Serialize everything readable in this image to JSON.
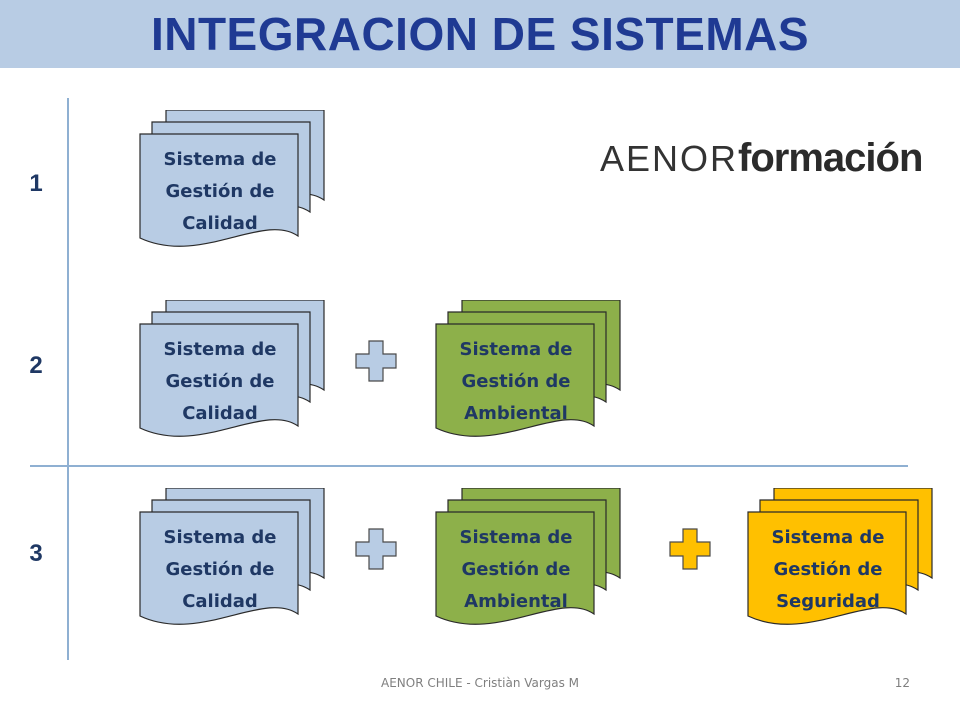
{
  "title": "INTEGRACION DE SISTEMAS",
  "logo": {
    "part1": "AENOR",
    "part2": "formación"
  },
  "rows": [
    "1",
    "2",
    "3"
  ],
  "docs": {
    "calidad": [
      "Sistema de",
      "Gestión de",
      "Calidad"
    ],
    "ambiental": [
      "Sistema de",
      "Gestión de",
      "Ambiental"
    ],
    "seguridad": [
      "Sistema de",
      "Gestión de",
      "Seguridad"
    ]
  },
  "colors": {
    "calidad": "#b8cce4",
    "ambiental": "#8db04a",
    "seguridad": "#ffc000",
    "plus_blue": "#b8cce4",
    "plus_yellow": "#ffc000"
  },
  "footer": {
    "text": "AENOR CHILE - Cristiàn Vargas M",
    "page": "12"
  }
}
